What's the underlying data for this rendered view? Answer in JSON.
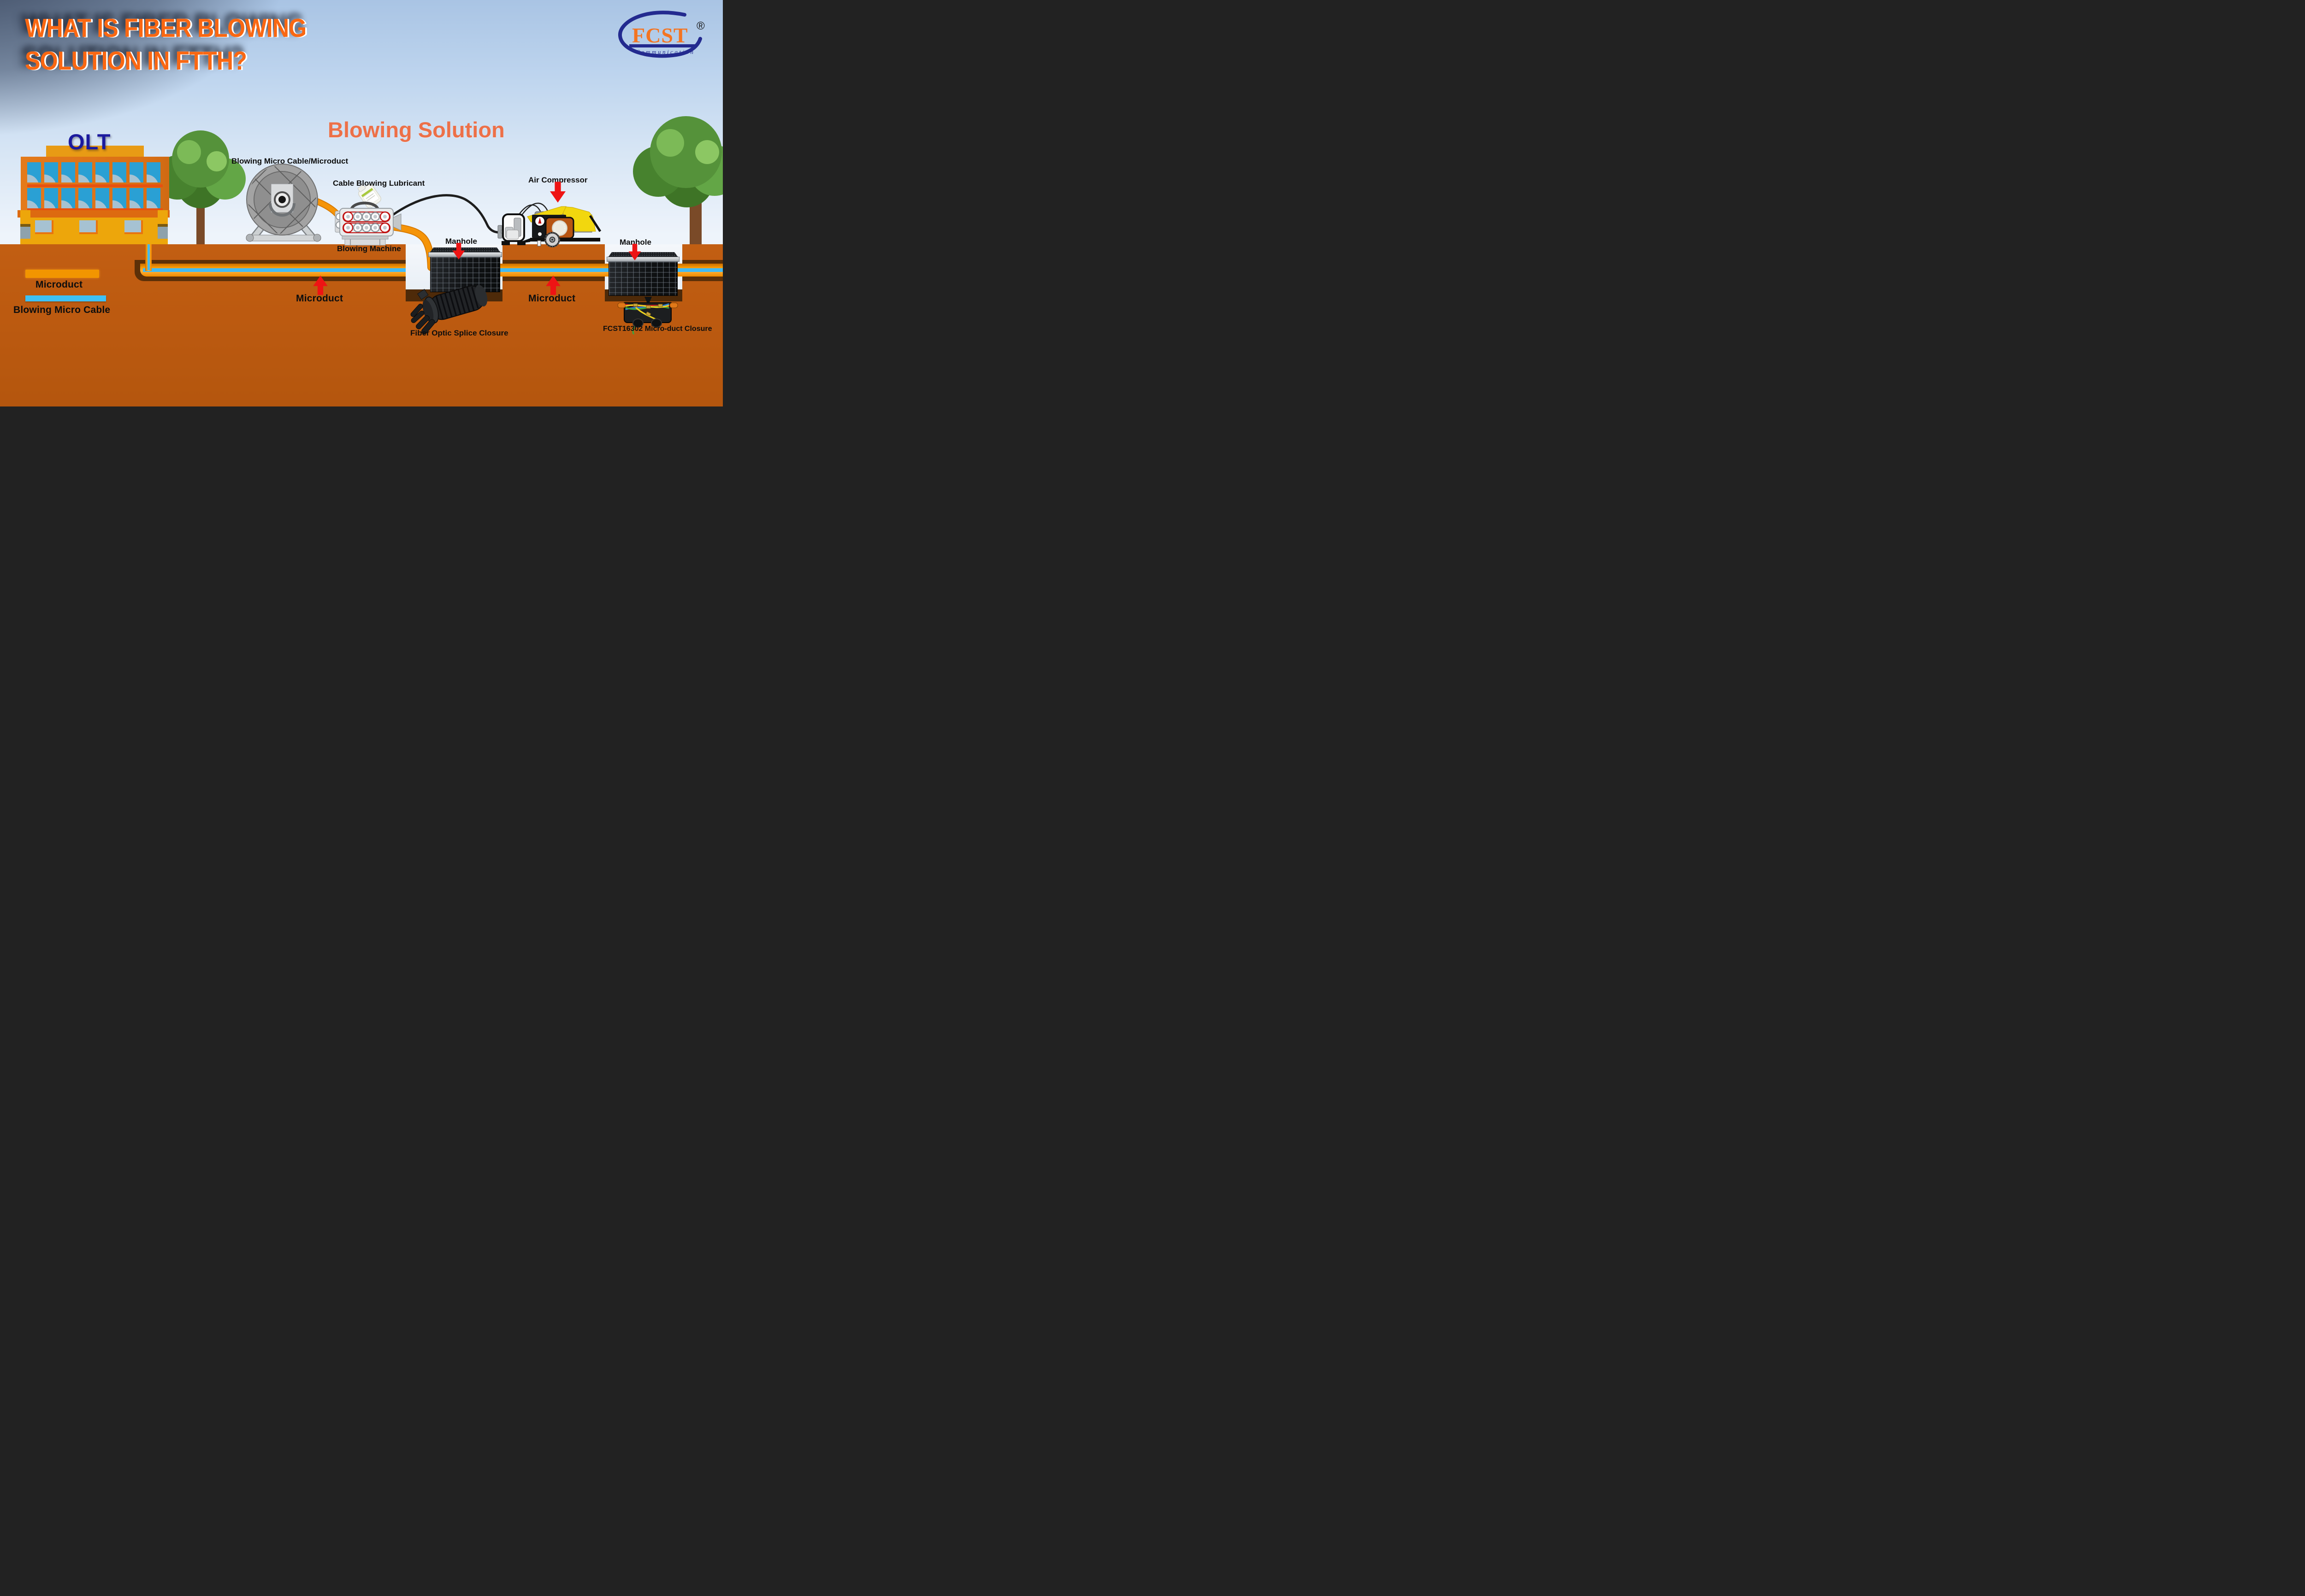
{
  "title": {
    "line1": "WHAT IS FIBER BLOWING",
    "line2": "SOLUTION IN FTTH?"
  },
  "logo": {
    "name": "FCST",
    "registered": "®",
    "subtitle": "Communication"
  },
  "diagram": {
    "heading": "Blowing Solution",
    "olt_label": "OLT",
    "reel_label": "Blowing Micro Cable/Microduct",
    "lubricant_label": "Cable Blowing Lubricant",
    "machine_label": "Blowing Machine",
    "compressor_label": "Air Compressor",
    "manhole1_label": "Manhole",
    "manhole2_label": "Manhole",
    "microduct_label_left": "Microduct",
    "microduct_label_right": "Microduct",
    "splice_closure_label": "Fiber Optic Splice Closure",
    "microduct_closure_label": "FCST16302 Micro-duct Closure"
  },
  "legend": {
    "microduct": "Microduct",
    "blowing_micro_cable": "Blowing Micro Cable"
  },
  "colors": {
    "title_orange": "#f96712",
    "heading_coral": "#ed7048",
    "logo_blue": "#232a8f",
    "logo_orange": "#f47421",
    "olt_navy": "#1b1a9e",
    "ground": "#bd5b10",
    "trench_brown": "#5c3008",
    "duct_orange": "#f29500",
    "cable_blue": "#41bbf5",
    "arrow_red": "#ee1414",
    "compressor_yellow": "#f2d70e"
  }
}
